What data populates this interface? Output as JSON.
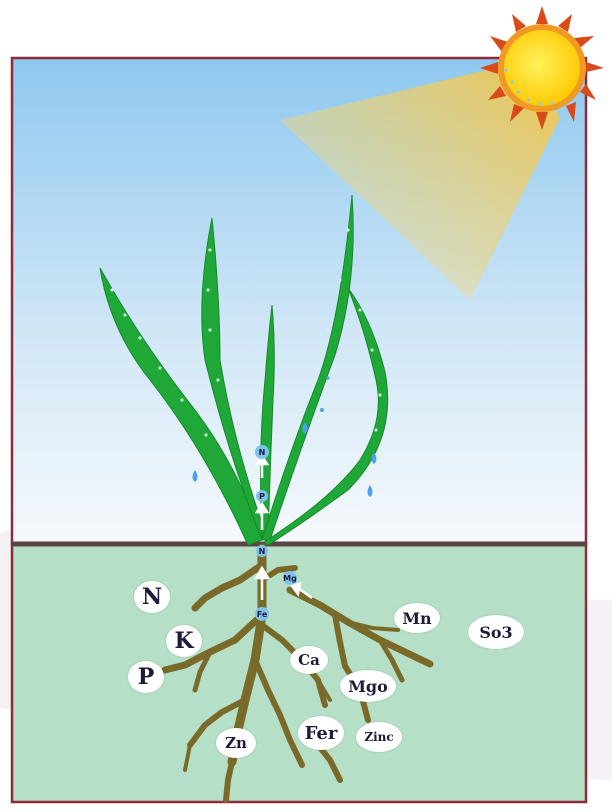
{
  "colors": {
    "sky_top": "#8ec8ef",
    "sky_bottom": "#f4f8fb",
    "soil": "#b5dfc7",
    "frame": "#8e2b3a",
    "ground_line": "#5b4646",
    "leaf": "#1fa838",
    "root": "#7a6a2a",
    "sun": "#ffd700",
    "sun_rays": "#d94a1a",
    "water_drop": "#4aa3e8"
  },
  "nutrients": {
    "n": "N",
    "k": "K",
    "p": "P",
    "mn": "Mn",
    "so3": "So3",
    "ca": "Ca",
    "mgo": "Mgo",
    "zn": "Zn",
    "fer": "Fer",
    "zinc": "Zinc"
  },
  "plant_labels": {
    "stem_n": "N",
    "stem_p": "P",
    "base_n": "N",
    "root_fe": "Fe",
    "root_mg": "Mg"
  }
}
